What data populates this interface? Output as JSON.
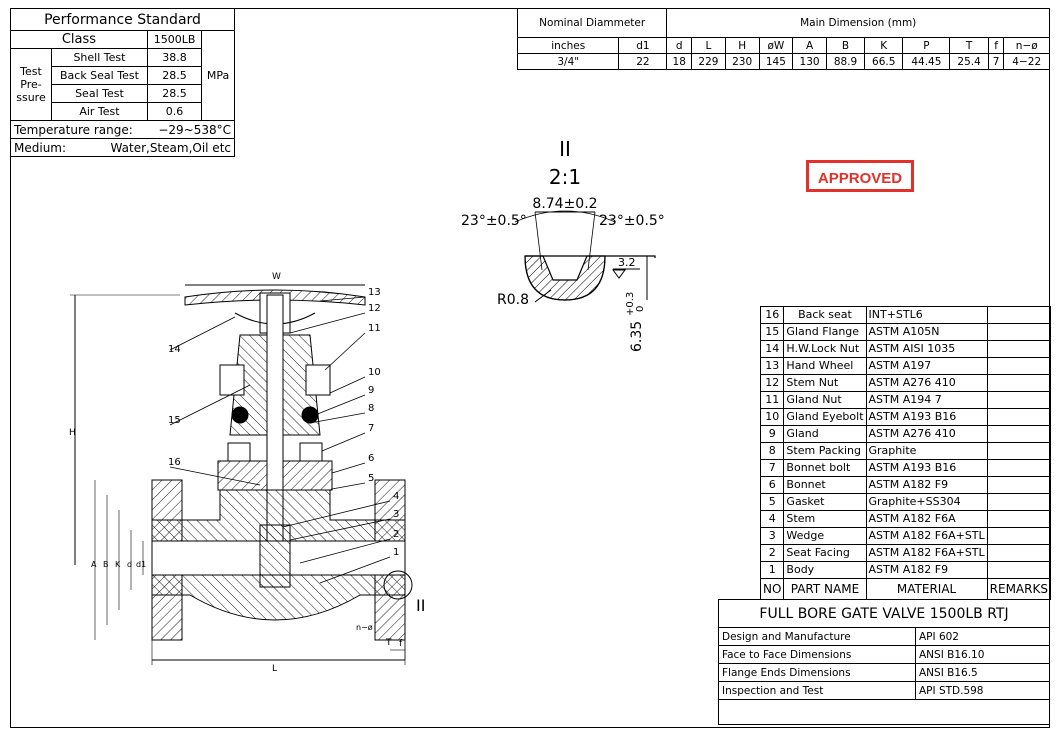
{
  "performance": {
    "title": "Performance Standard",
    "class_label": "Class",
    "class_value": "1500LB",
    "test_pressure_label": "Test Pre-ssure",
    "unit": "MPa",
    "rows": [
      {
        "name": "Shell Test",
        "value": "38.8"
      },
      {
        "name": "Back Seal Test",
        "value": "28.5"
      },
      {
        "name": "Seal Test",
        "value": "28.5"
      },
      {
        "name": "Air Test",
        "value": "0.6"
      }
    ],
    "temperature_label": "Temperature range:",
    "temperature_value": "−29~538°C",
    "medium_label": "Medium:",
    "medium_value": "Water,Steam,Oil etc"
  },
  "dimensions": {
    "nominal_label": "Nominal Diammeter",
    "main_label": "Main Dimension (mm)",
    "headers": [
      "inches",
      "d1",
      "d",
      "L",
      "H",
      "øW",
      "A",
      "B",
      "K",
      "P",
      "T",
      "f",
      "n−ø"
    ],
    "values": [
      "3/4\"",
      "22",
      "18",
      "229",
      "230",
      "145",
      "130",
      "88.9",
      "66.5",
      "44.45",
      "25.4",
      "7",
      "4−22"
    ]
  },
  "detail": {
    "label": "II",
    "scale": "2:1",
    "width": "8.74±0.2",
    "angle_left": "23°±0.5°",
    "angle_right": "23°±0.5°",
    "roughness": "3.2",
    "radius": "R0.8",
    "depth": "6.35",
    "depth_tol_upper": "+0.3",
    "depth_tol_lower": "0"
  },
  "stamp": "APPROVED",
  "drawing": {
    "w_label": "W",
    "h_label": "H",
    "l_label": "L",
    "f_label": "f",
    "t_label": "T",
    "detail_ref": "II",
    "flange_labels": [
      "A",
      "B",
      "K",
      "d",
      "d1"
    ],
    "nphi_label": "n−ø",
    "balloons": [
      "13",
      "12",
      "11",
      "14",
      "10",
      "9",
      "8",
      "15",
      "7",
      "16",
      "6",
      "5",
      "4",
      "3",
      "2",
      "1"
    ]
  },
  "parts": {
    "rows": [
      {
        "no": "16",
        "name": "Back seat",
        "material": "INT+STL6"
      },
      {
        "no": "15",
        "name": "Gland Flange",
        "material": "ASTM A105N"
      },
      {
        "no": "14",
        "name": "H.W.Lock Nut",
        "material": "ASTM AISI 1035"
      },
      {
        "no": "13",
        "name": "Hand Wheel",
        "material": "ASTM A197"
      },
      {
        "no": "12",
        "name": "Stem Nut",
        "material": "ASTM A276 410"
      },
      {
        "no": "11",
        "name": "Gland Nut",
        "material": "ASTM A194 7"
      },
      {
        "no": "10",
        "name": "Gland Eyebolt",
        "material": "ASTM A193 B16"
      },
      {
        "no": "9",
        "name": "Gland",
        "material": "ASTM A276 410"
      },
      {
        "no": "8",
        "name": "Stem Packing",
        "material": "Graphite"
      },
      {
        "no": "7",
        "name": "Bonnet bolt",
        "material": "ASTM A193 B16"
      },
      {
        "no": "6",
        "name": "Bonnet",
        "material": "ASTM A182 F9"
      },
      {
        "no": "5",
        "name": "Gasket",
        "material": "Graphite+SS304"
      },
      {
        "no": "4",
        "name": "Stem",
        "material": "ASTM A182 F6A"
      },
      {
        "no": "3",
        "name": "Wedge",
        "material": "ASTM A182 F6A+STL"
      },
      {
        "no": "2",
        "name": "Seat Facing",
        "material": "ASTM A182 F6A+STL"
      },
      {
        "no": "1",
        "name": "Body",
        "material": "ASTM A182 F9"
      }
    ],
    "header": {
      "no": "NO",
      "name": "PART NAME",
      "material": "MATERIAL",
      "remarks": "REMARKS"
    }
  },
  "title_block": {
    "title": "FULL BORE GATE VALVE 1500LB RTJ",
    "rows": [
      {
        "label": "Design and Manufacture",
        "value": "API 602"
      },
      {
        "label": "Face to Face Dimensions",
        "value": "ANSI B16.10"
      },
      {
        "label": "Flange Ends Dimensions",
        "value": "ANSI B16.5"
      },
      {
        "label": "Inspection and Test",
        "value": "API STD.598"
      }
    ]
  }
}
